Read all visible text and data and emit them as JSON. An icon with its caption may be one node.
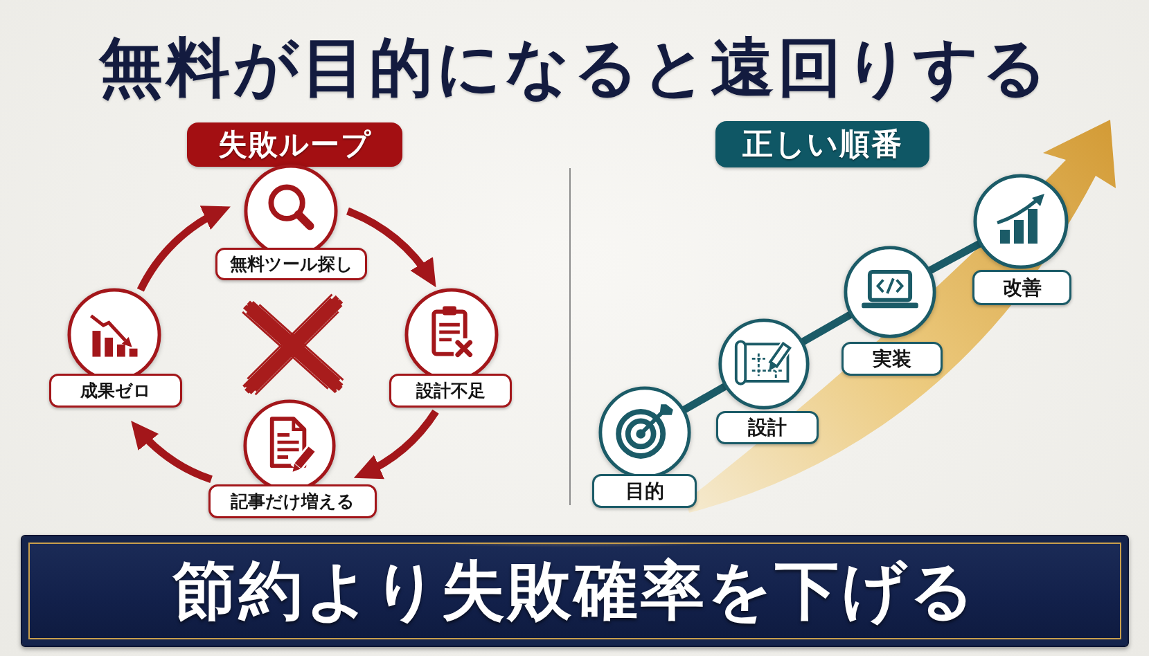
{
  "diagram": {
    "title": "無料が目的になると遠回りする",
    "nodes": [
      {
        "text": [
          "失敗ループ"
        ]
      },
      {
        "text": [
          "無料ツール探し"
        ]
      },
      {
        "text": [
          "設計不足"
        ]
      },
      {
        "text": [
          "記事だけ増える"
        ]
      },
      {
        "text": [
          "成果ゼロ"
        ]
      },
      {
        "text": [
          "正しい順番"
        ]
      },
      {
        "text": [
          "目的"
        ]
      },
      {
        "text": [
          "設計"
        ]
      },
      {
        "text": [
          "実装"
        ]
      },
      {
        "text": [
          "改善"
        ]
      },
      {
        "text": [
          "節約より失敗確率を下げる"
        ]
      }
    ],
    "edges": [
      {
        "from": 1,
        "to": 2,
        "arrow": "to"
      },
      {
        "from": 2,
        "to": 3,
        "arrow": "to"
      },
      {
        "from": 3,
        "to": 4,
        "arrow": "to"
      },
      {
        "from": 4,
        "to": 1,
        "arrow": "to"
      },
      {
        "from": 6,
        "to": 7,
        "arrow": "none",
        "color": "#1b5b67"
      },
      {
        "from": 7,
        "to": 8,
        "arrow": "none",
        "color": "#1b5b67"
      },
      {
        "from": 8,
        "to": 9,
        "arrow": "none",
        "color": "#1b5b67"
      }
    ]
  }
}
